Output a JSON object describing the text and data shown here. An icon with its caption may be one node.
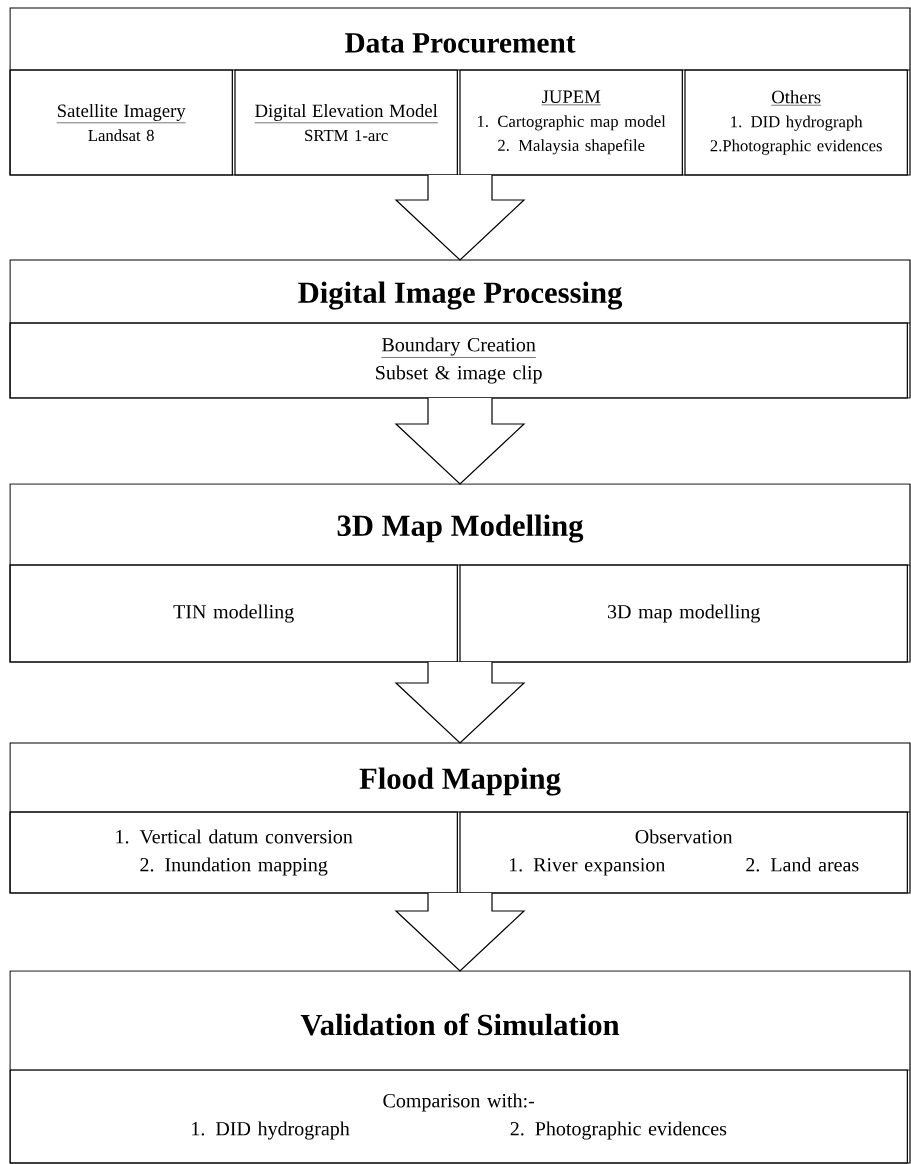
{
  "diagram": {
    "nodes": [
      {
        "text": [
          "Data Procurement"
        ]
      },
      {
        "text": [
          "Satellite Imagery",
          "Landsat 8"
        ],
        "in": 0
      },
      {
        "text": [
          "Digital Elevation Model",
          "SRTM 1-arc"
        ],
        "in": 0
      },
      {
        "text": [
          "JUPEM",
          "1. Cartographic map model",
          "2. Malaysia shapefile"
        ],
        "in": 0
      },
      {
        "text": [
          "Others",
          "1. DID hydrograph",
          "2.Photographic evidences"
        ],
        "in": 0
      },
      {
        "text": [
          "Digital Image Processing"
        ]
      },
      {
        "text": [
          "Boundary Creation",
          "Subset & image clip"
        ],
        "in": 5
      },
      {
        "text": [
          "3D Map Modelling"
        ]
      },
      {
        "text": [
          "TIN modelling"
        ],
        "in": 7
      },
      {
        "text": [
          "3D map modelling"
        ],
        "in": 7
      },
      {
        "text": [
          "Flood Mapping"
        ]
      },
      {
        "text": [
          "1. Vertical datum conversion",
          "2. Inundation mapping"
        ],
        "in": 10
      },
      {
        "text": [
          "Observation",
          "1. River expansion",
          "2. Land areas"
        ],
        "in": 10
      },
      {
        "text": [
          "Validation of Simulation"
        ]
      },
      {
        "text": [
          "Comparison with:-",
          "1. DID hydrograph",
          "2. Photographic evidences"
        ],
        "in": 13
      }
    ],
    "edges": [
      {
        "from": 0,
        "to": 5,
        "arrow": "to"
      },
      {
        "from": 5,
        "to": 7,
        "arrow": "to"
      },
      {
        "from": 7,
        "to": 10,
        "arrow": "to"
      },
      {
        "from": 10,
        "to": 13,
        "arrow": "to"
      }
    ]
  }
}
